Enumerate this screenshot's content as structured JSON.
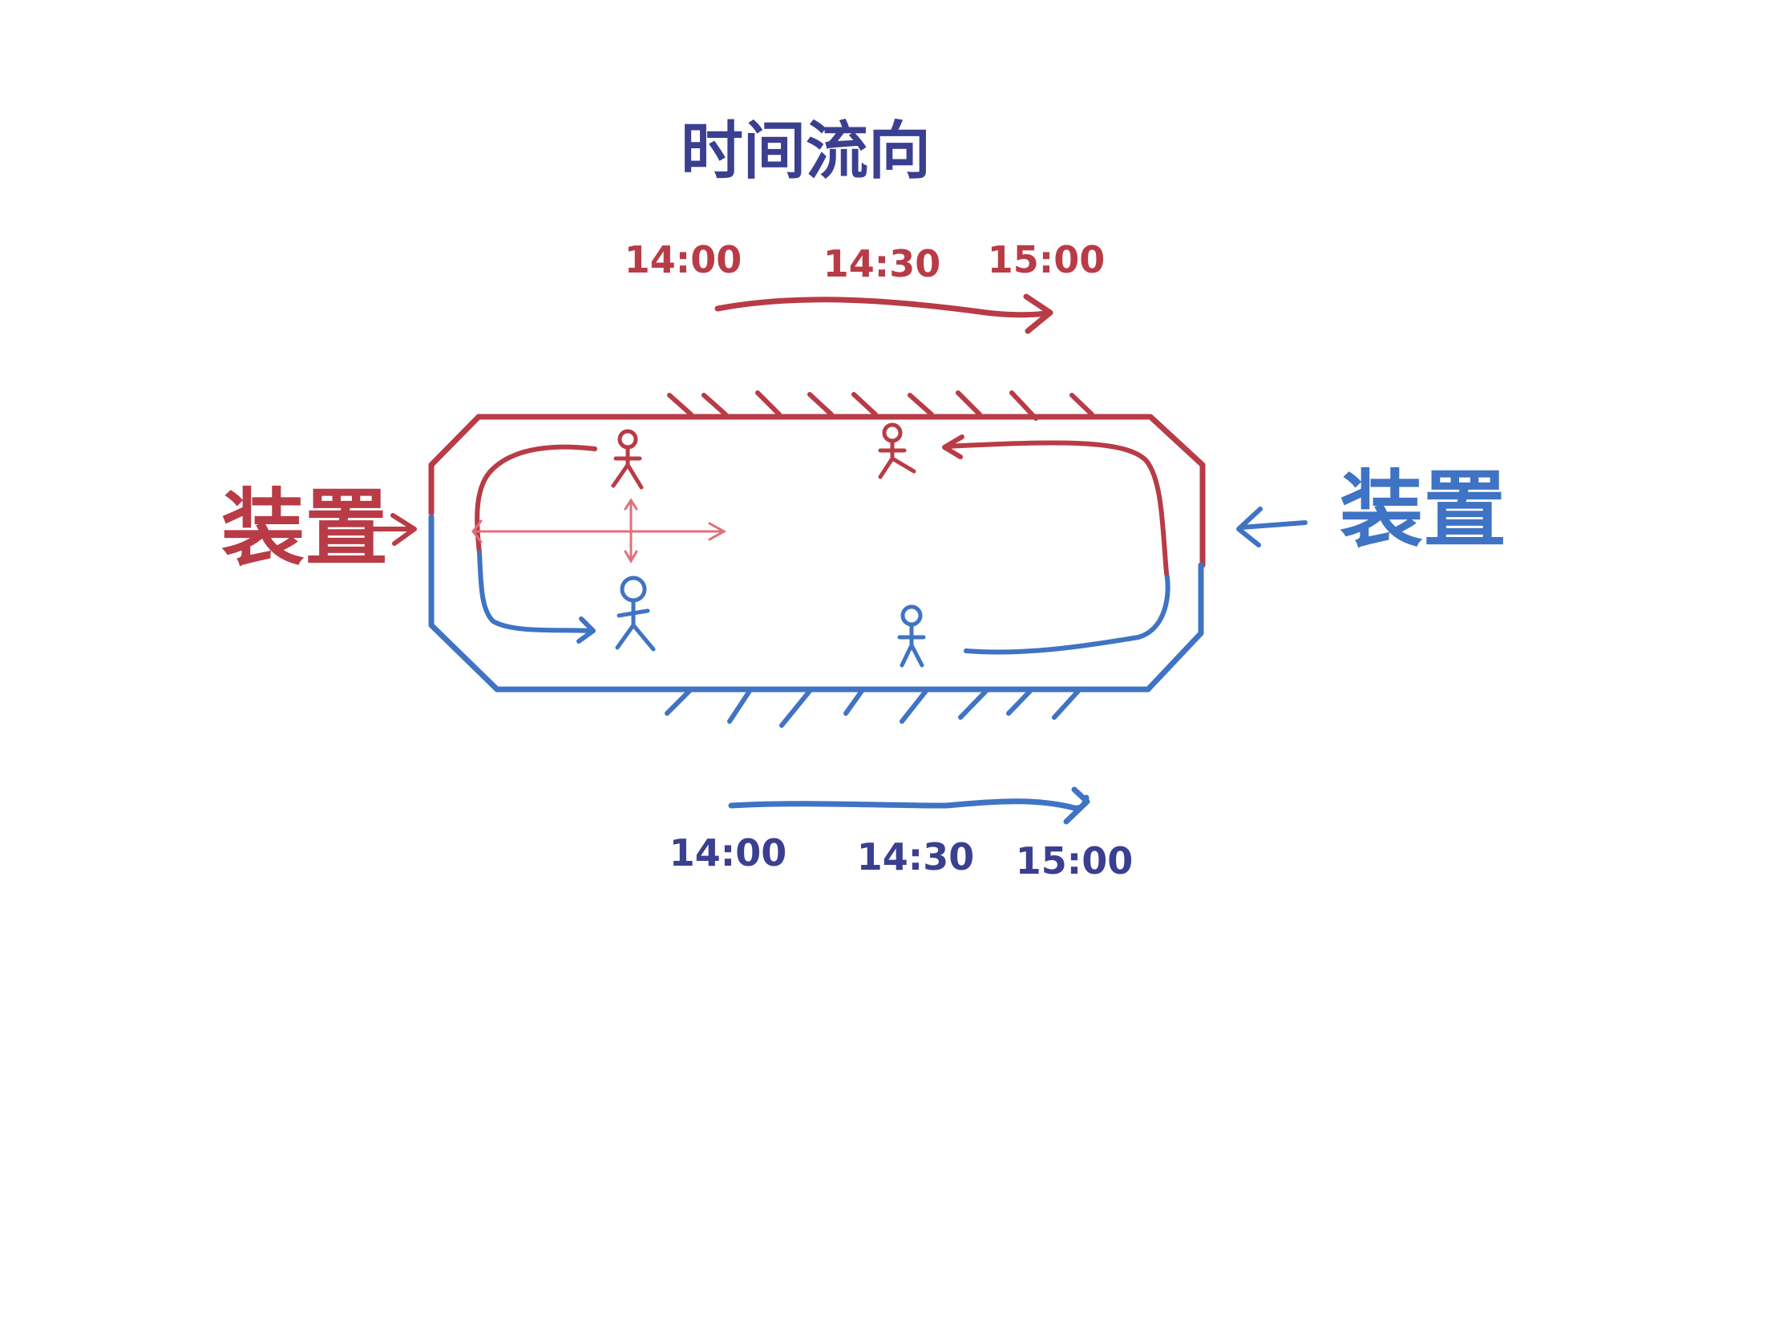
{
  "title": "时间流向",
  "device_label": "装置",
  "top_timeline": {
    "times": [
      "14:00",
      "14:30",
      "15:00"
    ]
  },
  "bottom_timeline": {
    "times": [
      "14:00",
      "14:30",
      "15:00"
    ]
  },
  "colors": {
    "red": "#b83b46",
    "blue": "#3f73c4",
    "title": "#3b3f8f",
    "light_red": "#e07078"
  }
}
